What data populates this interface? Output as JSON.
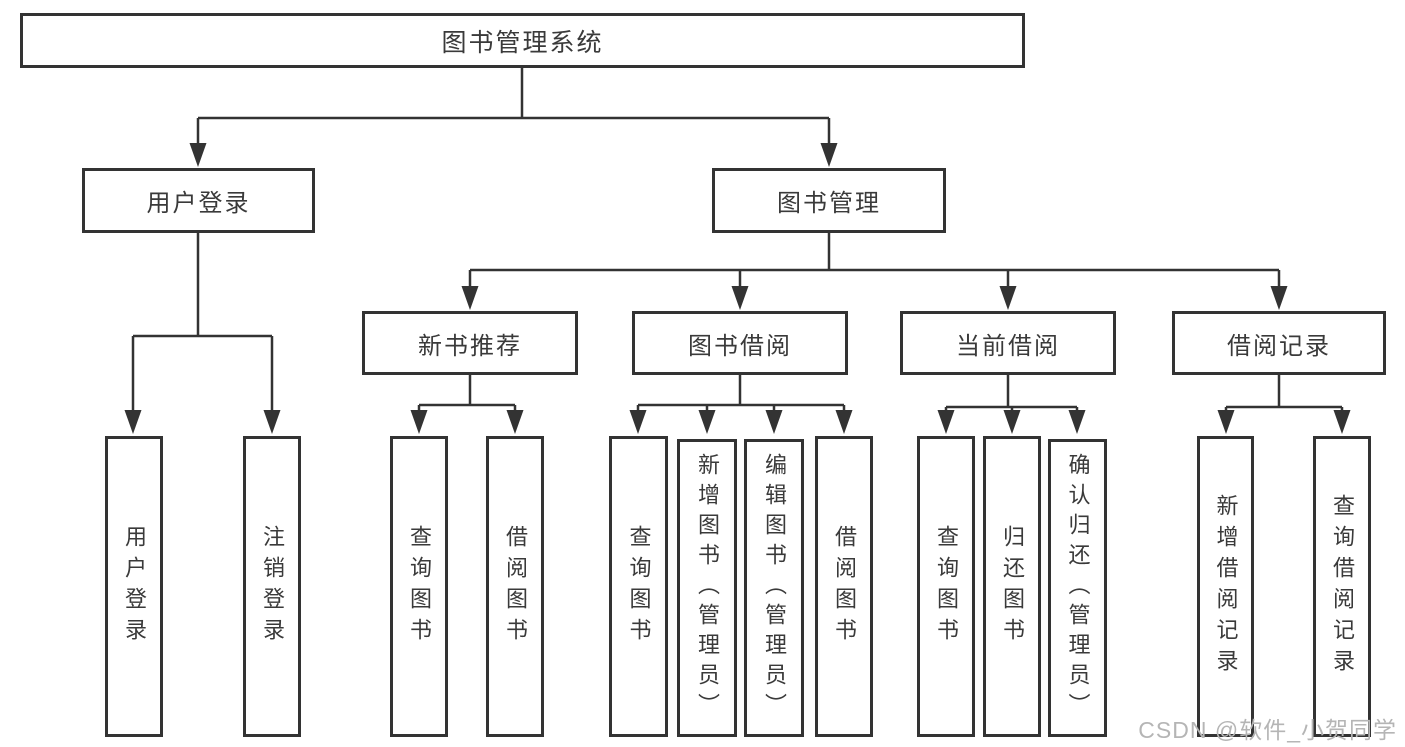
{
  "diagram": {
    "title": "图书管理系统"
  },
  "nodes": {
    "root": "图书管理系统",
    "login": "用户登录",
    "mgmt": "图书管理",
    "rec": "新书推荐",
    "borrow": "图书借阅",
    "current": "当前借阅",
    "records": "借阅记录"
  },
  "leaves": {
    "user_login": "用户登录",
    "logout_login": "注销登录",
    "rec_query_book": "查询图书",
    "rec_borrow_book": "借阅图书",
    "bor_query_book": "查询图书",
    "bor_add_book": "新增图书（管理员）",
    "bor_edit_book": "编辑图书（管理员）",
    "bor_borrow_book": "借阅图书",
    "cur_query_book": "查询图书",
    "cur_return_book": "归还图书",
    "cur_confirm_return": "确认归还（管理员）",
    "rcd_add_record": "新增借阅记录",
    "rcd_query_record": "查询借阅记录"
  },
  "watermark": "CSDN @软件_小贺同学",
  "colors": {
    "line": "#333333",
    "text": "#3a3a3a",
    "watermark": "#b5b5b5",
    "background": "#ffffff"
  }
}
